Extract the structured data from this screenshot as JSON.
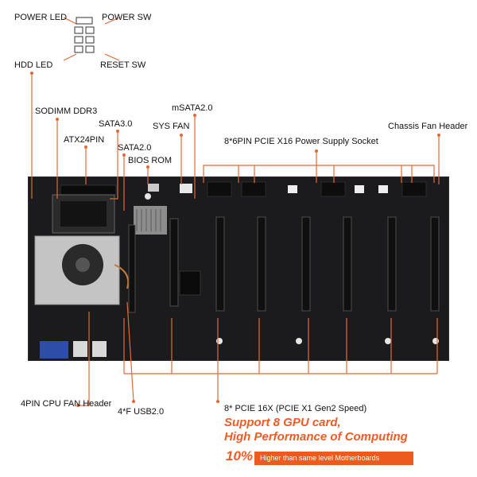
{
  "labels": {
    "power_led": "POWER LED",
    "power_sw": "POWER SW",
    "hdd_led": "HDD  LED",
    "reset_sw": "RESET SW",
    "sodimm": "SODIMM DDR3",
    "atx24": "ATX24PIN",
    "sata3": "SATA3.0",
    "sata2": "SATA2.0",
    "bios": "BIOS ROM",
    "msata": "mSATA2.0",
    "sys_fan": "SYS FAN",
    "pcie_power": "8*6PIN PCIE X16 Power Supply Socket",
    "chassis_fan": "Chassis Fan Header",
    "cpu_fan": "4PIN CPU FAN Header",
    "usb": "4*F USB2.0",
    "pcie_slots": "8* PCIE 16X (PCIE X1 Gen2 Speed)"
  },
  "promo": {
    "line1": "Support 8 GPU card,",
    "line2": "High Performance of Computing",
    "percent": "10%",
    "sub": "Higher than same level Motherboards"
  },
  "colors": {
    "accent": "#f05a24",
    "lines": "#e06a35",
    "board": "#1b1b1d"
  }
}
